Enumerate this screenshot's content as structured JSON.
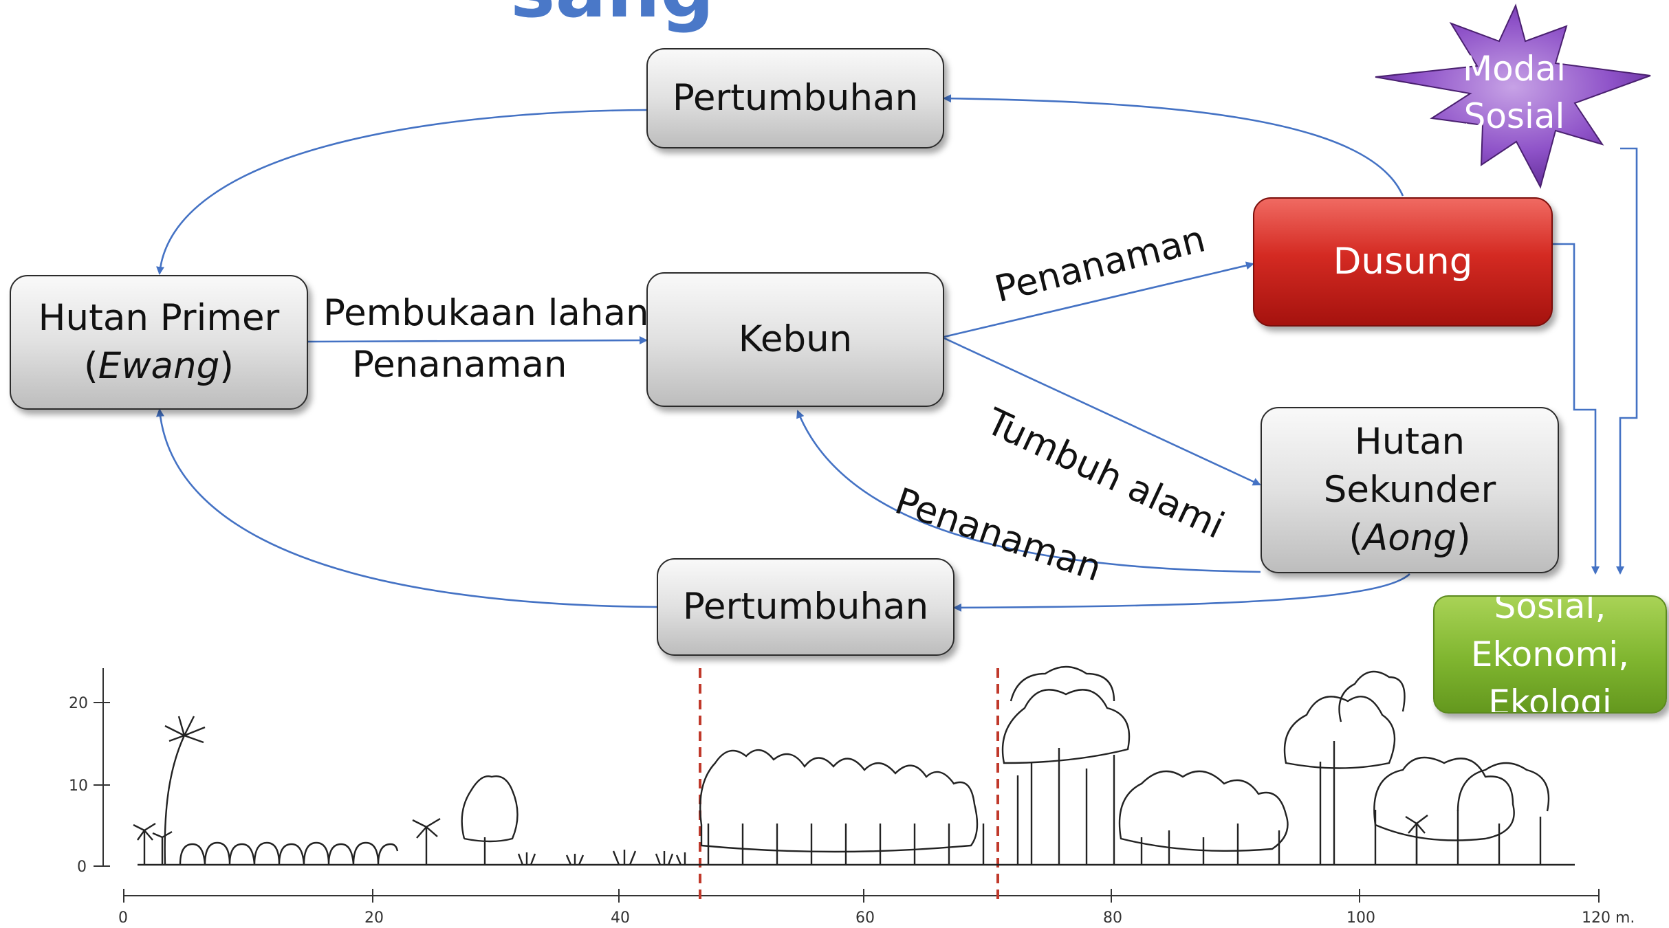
{
  "title_fragment": "sang",
  "boxes": {
    "pertumbuhan_top": "Pertumbuhan",
    "hutan_primer": {
      "line1": "Hutan Primer",
      "paren_open": "(",
      "italic": "Ewang",
      "paren_close": ")"
    },
    "kebun": "Kebun",
    "dusung": "Dusung",
    "hutan_sekunder": {
      "line1": "Hutan",
      "line2": "Sekunder",
      "paren_open": "(",
      "italic": "Aong",
      "paren_close": ")"
    },
    "pertumbuhan_bottom": "Pertumbuhan",
    "outcome": {
      "line1": "Sosial,",
      "line2": "Ekonomi,",
      "line3": "Ekologi"
    }
  },
  "star": {
    "line1": "Modal",
    "line2": "Sosial"
  },
  "edge_labels": {
    "pembukaan_lahan": "Pembukaan lahan",
    "penanaman_left": "Penanaman",
    "penanaman_dusung": "Penanaman",
    "tumbuh_alami": "Tumbuh alami",
    "penanaman_return": "Penanaman"
  },
  "profile_axis": {
    "x_ticks": [
      "0",
      "20",
      "40",
      "60",
      "80",
      "100",
      "120 m."
    ],
    "y_ticks": [
      "0",
      "10",
      "20"
    ]
  },
  "colors": {
    "arrow": "#4472c4",
    "dashed_divider": "#c0392b",
    "dusung": "#d42a22",
    "outcome": "#7fb52f",
    "star": "#7a3fb0"
  }
}
